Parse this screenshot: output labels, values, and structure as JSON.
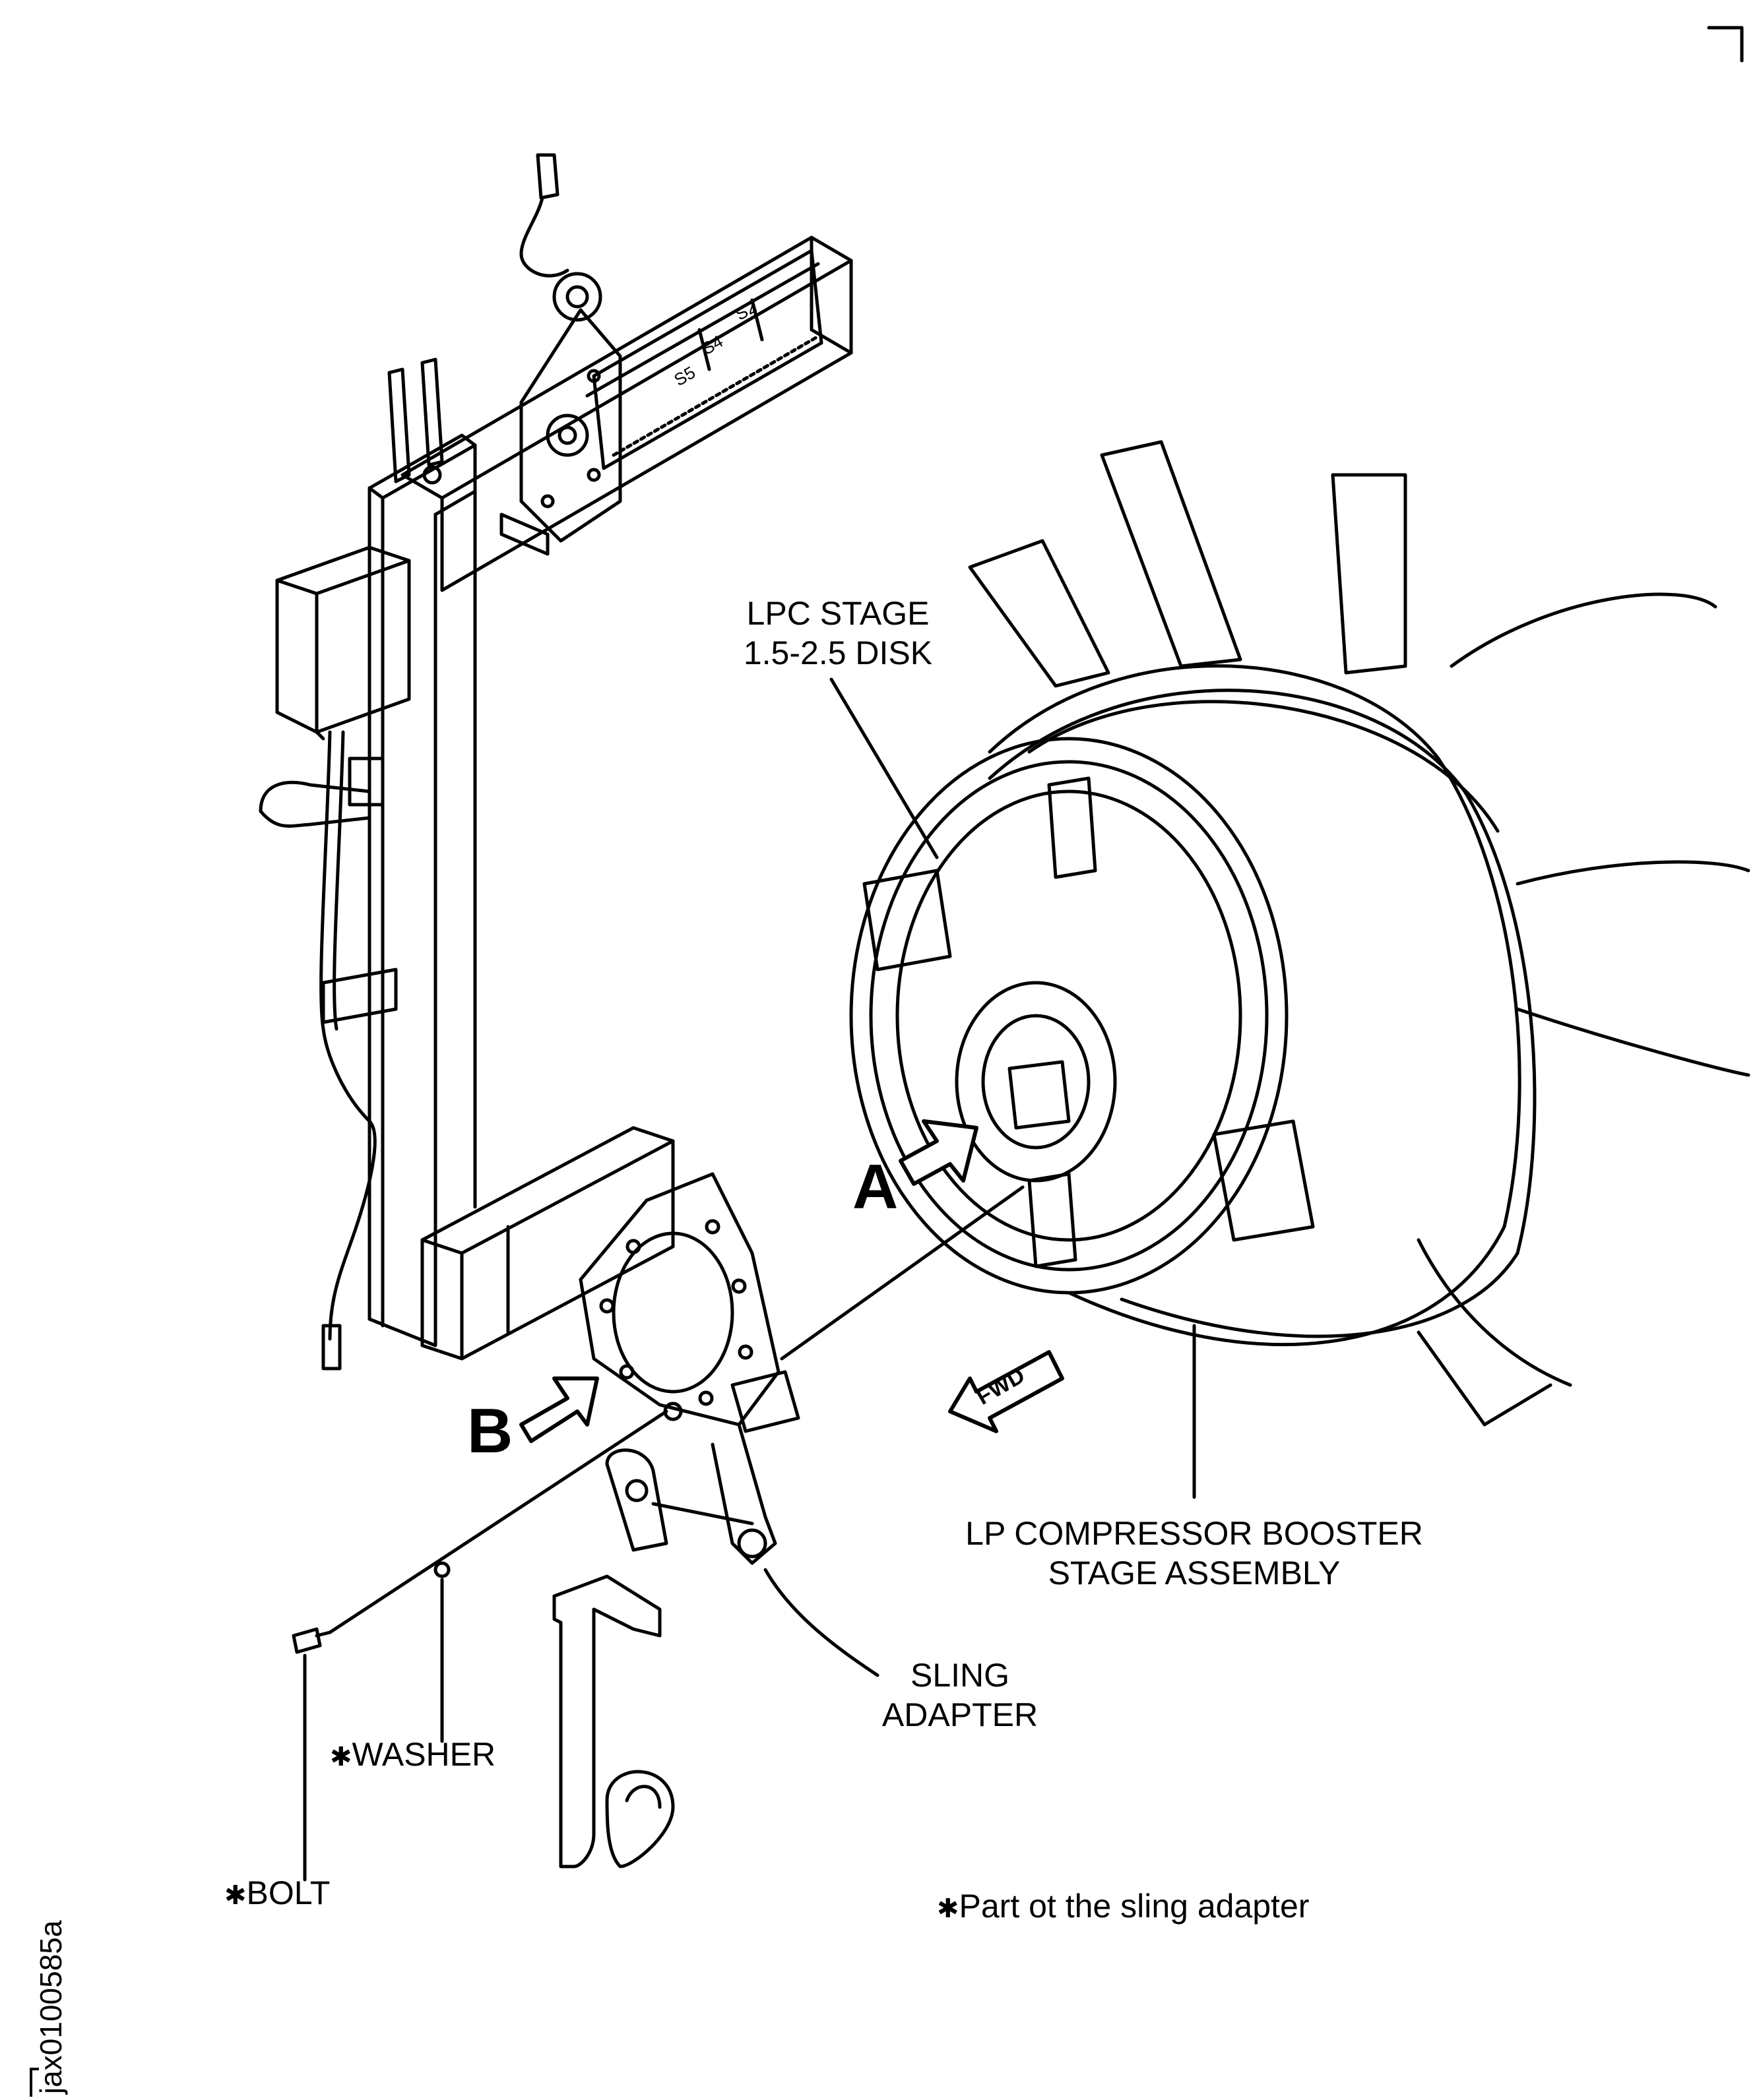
{
  "labels": {
    "lpc_stage": "LPC STAGE",
    "lpc_disk": "1.5-2.5 DISK",
    "view_a": "A",
    "view_b": "B",
    "fwd": "FWD",
    "booster_line1": "LP COMPRESSOR BOOSTER",
    "booster_line2": "STAGE ASSEMBLY",
    "sling_line1": "SLING",
    "sling_line2": "ADAPTER",
    "washer": "WASHER",
    "bolt": "BOLT",
    "asterisk": "✱",
    "footnote": "Part ot the sling adapter",
    "scale_s2": "S2",
    "scale_s4": "S4",
    "scale_s5": "S5",
    "figure_id": "jax0100585a"
  }
}
